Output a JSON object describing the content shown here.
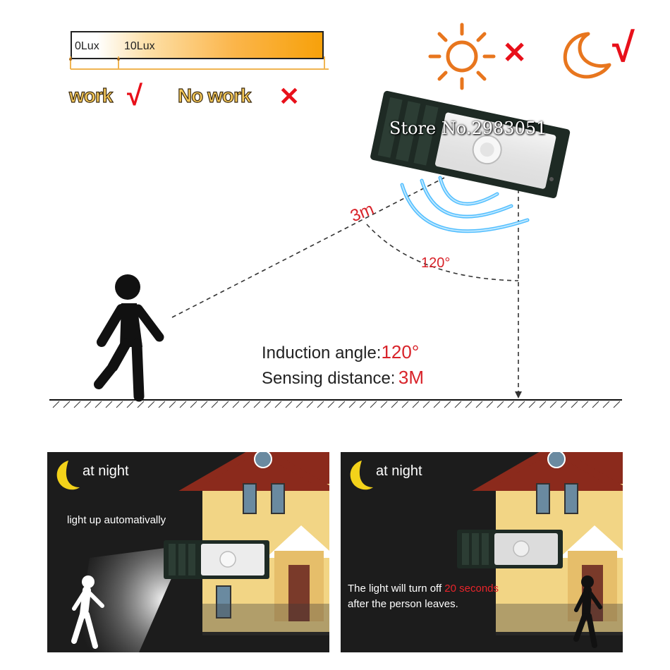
{
  "lux_scale": {
    "start_label": "0Lux",
    "threshold_label": "10Lux",
    "work_label": "work",
    "nowork_label": "No work",
    "check": "√",
    "cross": "✕"
  },
  "day_night": {
    "sun_icon": "sun-icon",
    "moon_icon": "moon-icon",
    "cross": "✕",
    "check": "√"
  },
  "watermark": "Store No.2983051",
  "sensor_diagram": {
    "distance_label": "3m",
    "angle_label": "120°"
  },
  "specs": {
    "angle_label": "Induction angle:",
    "angle_value": "120°",
    "distance_label": "Sensing distance:",
    "distance_value": "3M"
  },
  "panels": [
    {
      "title": "at night",
      "caption": "light up automativally"
    },
    {
      "title": "at night",
      "caption_part1": "The light will turn off ",
      "caption_highlight": "20 seconds",
      "caption_part2": " after the person leaves."
    }
  ],
  "colors": {
    "accent_orange": "#e8761e",
    "red": "#e8101a",
    "sensor_blue": "#3fb8ff",
    "moon_yellow": "#f3d21a"
  }
}
